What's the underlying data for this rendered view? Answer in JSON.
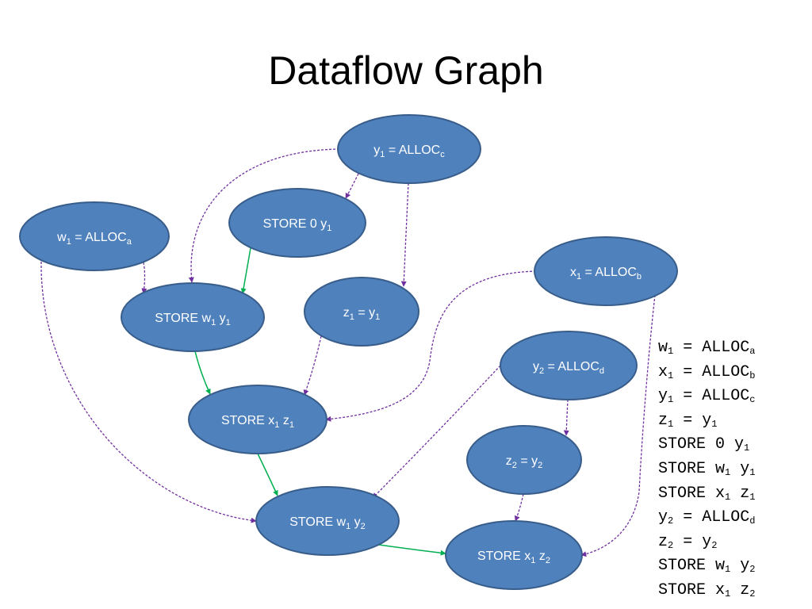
{
  "title": "Dataflow Graph",
  "colors": {
    "node_fill": "#4f81bd",
    "node_stroke": "#385d8a",
    "node_text": "#ffffff",
    "edge_dashed": "#7030a0",
    "edge_solid": "#00b050"
  },
  "nodes": [
    {
      "id": "y1_alloc",
      "parts": [
        [
          "y",
          ""
        ],
        [
          "1",
          "sub"
        ],
        [
          " = ALLOC",
          ""
        ],
        [
          "c",
          "sub"
        ]
      ]
    },
    {
      "id": "store0_y1",
      "parts": [
        [
          "STORE 0 y",
          ""
        ],
        [
          "1",
          "sub"
        ]
      ]
    },
    {
      "id": "w1_alloc",
      "parts": [
        [
          "w",
          ""
        ],
        [
          "1",
          "sub"
        ],
        [
          " = ALLOC",
          ""
        ],
        [
          "a",
          "sub"
        ]
      ]
    },
    {
      "id": "x1_alloc",
      "parts": [
        [
          "x",
          ""
        ],
        [
          "1",
          "sub"
        ],
        [
          " = ALLOC",
          ""
        ],
        [
          "b",
          "sub"
        ]
      ]
    },
    {
      "id": "store_w1_y1",
      "parts": [
        [
          "STORE w",
          ""
        ],
        [
          "1",
          "sub"
        ],
        [
          " y",
          ""
        ],
        [
          "1",
          "sub"
        ]
      ]
    },
    {
      "id": "z1_eq_y1",
      "parts": [
        [
          "z",
          ""
        ],
        [
          "1",
          "sub"
        ],
        [
          " = y",
          ""
        ],
        [
          "1",
          "sub"
        ]
      ]
    },
    {
      "id": "y2_alloc",
      "parts": [
        [
          "y",
          ""
        ],
        [
          "2",
          "sub"
        ],
        [
          " = ALLOC",
          ""
        ],
        [
          "d",
          "sub"
        ]
      ]
    },
    {
      "id": "store_x1_z1",
      "parts": [
        [
          "STORE x",
          ""
        ],
        [
          "1",
          "sub"
        ],
        [
          " z",
          ""
        ],
        [
          "1",
          "sub"
        ]
      ]
    },
    {
      "id": "z2_eq_y2",
      "parts": [
        [
          "z",
          ""
        ],
        [
          "2",
          "sub"
        ],
        [
          " = y",
          ""
        ],
        [
          "2",
          "sub"
        ]
      ]
    },
    {
      "id": "store_w1_y2",
      "parts": [
        [
          "STORE w",
          ""
        ],
        [
          "1",
          "sub"
        ],
        [
          " y",
          ""
        ],
        [
          "2",
          "sub"
        ]
      ]
    },
    {
      "id": "store_x1_z2",
      "parts": [
        [
          "STORE x",
          ""
        ],
        [
          "1",
          "sub"
        ],
        [
          " z",
          ""
        ],
        [
          "2",
          "sub"
        ]
      ]
    }
  ],
  "edges": [
    {
      "from": "y1_alloc",
      "to": "store0_y1",
      "style": "dashed"
    },
    {
      "from": "y1_alloc",
      "to": "store_w1_y1",
      "style": "dashed"
    },
    {
      "from": "y1_alloc",
      "to": "z1_eq_y1",
      "style": "dashed"
    },
    {
      "from": "w1_alloc",
      "to": "store_w1_y1",
      "style": "dashed"
    },
    {
      "from": "w1_alloc",
      "to": "store_w1_y2",
      "style": "dashed"
    },
    {
      "from": "store0_y1",
      "to": "store_w1_y1",
      "style": "solid"
    },
    {
      "from": "x1_alloc",
      "to": "store_x1_z1",
      "style": "dashed"
    },
    {
      "from": "x1_alloc",
      "to": "store_x1_z2",
      "style": "dashed"
    },
    {
      "from": "z1_eq_y1",
      "to": "store_x1_z1",
      "style": "dashed"
    },
    {
      "from": "store_w1_y1",
      "to": "store_x1_z1",
      "style": "solid"
    },
    {
      "from": "store_x1_z1",
      "to": "store_w1_y2",
      "style": "solid"
    },
    {
      "from": "y2_alloc",
      "to": "store_w1_y2",
      "style": "dashed"
    },
    {
      "from": "y2_alloc",
      "to": "z2_eq_y2",
      "style": "dashed"
    },
    {
      "from": "z2_eq_y2",
      "to": "store_x1_z2",
      "style": "dashed"
    },
    {
      "from": "store_w1_y2",
      "to": "store_x1_z2",
      "style": "solid"
    }
  ],
  "code_lines": [
    [
      [
        "w",
        ""
      ],
      [
        "1",
        "sub"
      ],
      [
        " = ALLOC",
        ""
      ],
      [
        "a",
        "sub"
      ]
    ],
    [
      [
        "x",
        ""
      ],
      [
        "1",
        "sub"
      ],
      [
        " = ALLOC",
        ""
      ],
      [
        "b",
        "sub"
      ]
    ],
    [
      [
        "y",
        ""
      ],
      [
        "1",
        "sub"
      ],
      [
        " = ALLOC",
        ""
      ],
      [
        "c",
        "sub"
      ]
    ],
    [
      [
        "z",
        ""
      ],
      [
        "1",
        "sub"
      ],
      [
        " = y",
        ""
      ],
      [
        "1",
        "sub"
      ]
    ],
    [
      [
        "STORE 0 y",
        ""
      ],
      [
        "1",
        "sub"
      ]
    ],
    [
      [
        "STORE w",
        ""
      ],
      [
        "1",
        "sub"
      ],
      [
        " y",
        ""
      ],
      [
        "1",
        "sub"
      ]
    ],
    [
      [
        "STORE x",
        ""
      ],
      [
        "1",
        "sub"
      ],
      [
        " z",
        ""
      ],
      [
        "1",
        "sub"
      ]
    ],
    [
      [
        "y",
        ""
      ],
      [
        "2",
        "sub"
      ],
      [
        " = ALLOC",
        ""
      ],
      [
        "d",
        "sub"
      ]
    ],
    [
      [
        "z",
        ""
      ],
      [
        "2",
        "sub"
      ],
      [
        " = y",
        ""
      ],
      [
        "2",
        "sub"
      ]
    ],
    [
      [
        "STORE w",
        ""
      ],
      [
        "1",
        "sub"
      ],
      [
        " y",
        ""
      ],
      [
        "2",
        "sub"
      ]
    ],
    [
      [
        "STORE x",
        ""
      ],
      [
        "1",
        "sub"
      ],
      [
        " z",
        ""
      ],
      [
        "2",
        "sub"
      ]
    ]
  ]
}
